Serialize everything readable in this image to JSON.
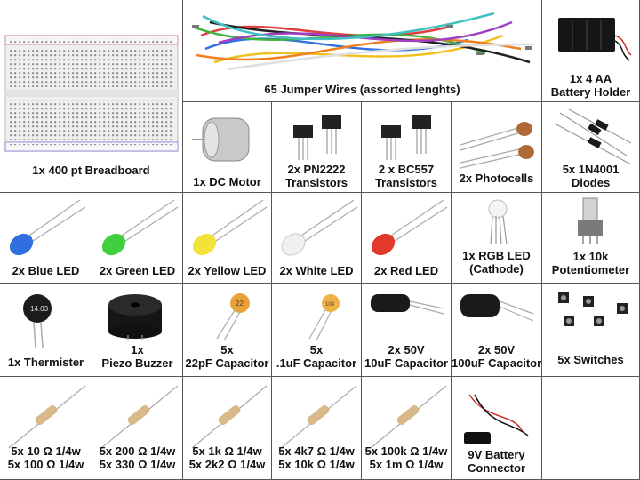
{
  "items": {
    "breadboard": "1x 400 pt Breadboard",
    "jumper_wires": "65 Jumper Wires (assorted lenghts)",
    "battery_holder": [
      "1x 4 AA",
      "Battery Holder"
    ],
    "dc_motor": "1x DC Motor",
    "pn2222": [
      "2x PN2222",
      "Transistors"
    ],
    "bc557": [
      "2 x BC557",
      "Transistors"
    ],
    "photocells": "2x Photocells",
    "diodes": [
      "5x 1N4001",
      "Diodes"
    ],
    "blue_led": "2x Blue LED",
    "green_led": "2x Green LED",
    "yellow_led": "2x Yellow LED",
    "white_led": "2x White LED",
    "red_led": "2x Red LED",
    "rgb_led": [
      "1x RGB LED",
      "(Cathode)"
    ],
    "potentiometer": [
      "1x 10k",
      "Potentiometer"
    ],
    "thermister": "1x Thermister",
    "piezo": [
      "1x",
      "Piezo Buzzer"
    ],
    "cap_22pf": [
      "5x",
      "22pF Capacitor"
    ],
    "cap_1uf": [
      "5x",
      ".1uF Capacitor"
    ],
    "cap_10uf": [
      "2x 50V",
      "10uF Capacitor"
    ],
    "cap_100uf": [
      "2x 50V",
      "100uF Capacitor"
    ],
    "switches": "5x Switches",
    "res_10": [
      "5x 10 Ω 1/4w",
      "5x 100 Ω 1/4w"
    ],
    "res_200": [
      "5x 200 Ω 1/4w",
      "5x 330 Ω 1/4w"
    ],
    "res_1k": [
      "5x 1k Ω 1/4w",
      "5x 2k2 Ω 1/4w"
    ],
    "res_4k7": [
      "5x 4k7 Ω 1/4w",
      "5x 10k Ω 1/4w"
    ],
    "res_100k": [
      "5x 100k Ω 1/4w",
      "5x 1m Ω 1/4w"
    ],
    "battery_connector": [
      "9V Battery",
      "Connector"
    ]
  },
  "colors": {
    "led_blue": "#2f6fe0",
    "led_green": "#3fcf3f",
    "led_yellow": "#f2e23a",
    "led_white": "#eef0f2",
    "led_red": "#e23a2a",
    "ceramic": "#e8a23a",
    "electrolytic": "#1a1a1a",
    "resistor_body": "#d9b98a"
  },
  "component_labels": {
    "thermister_code": "14.03",
    "cap_22pf_code": "22",
    "cap_1uf_code": "104"
  }
}
